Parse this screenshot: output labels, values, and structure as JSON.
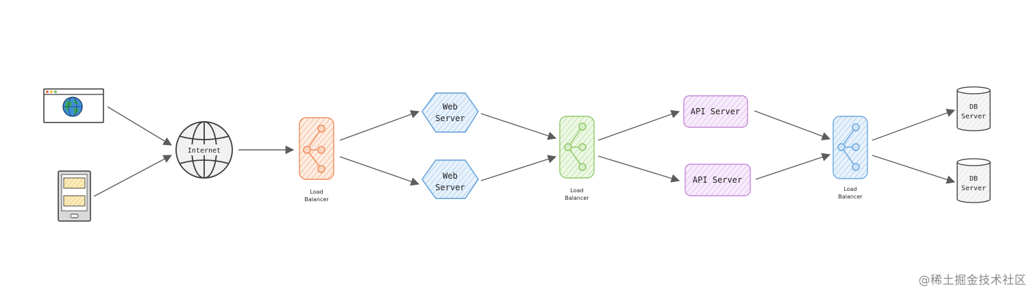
{
  "nodes": {
    "internet_label": "Internet",
    "load_balancer_label_line1": "Load",
    "load_balancer_label_line2": "Balancer",
    "web_server_line1": "Web",
    "web_server_line2": "Server",
    "api_server_label": "API Server",
    "db_server_line1": "DB",
    "db_server_line2": "Server"
  },
  "icons": {
    "browser": "browser-window-icon",
    "globe": "globe-icon",
    "mobile": "mobile-phone-icon",
    "internet": "internet-globe-icon",
    "load_balancer": "load-balancer-icon",
    "web_server": "hexagon-icon",
    "db_server": "database-cylinder-icon"
  },
  "colors": {
    "lb1": "#f08c5a",
    "lb2": "#8fc86a",
    "lb3": "#6aa7e0",
    "web": "#6aa7e0",
    "api": "#c58ad8",
    "arrow": "#5c5c5c"
  },
  "watermark": "@稀土掘金技术社区"
}
